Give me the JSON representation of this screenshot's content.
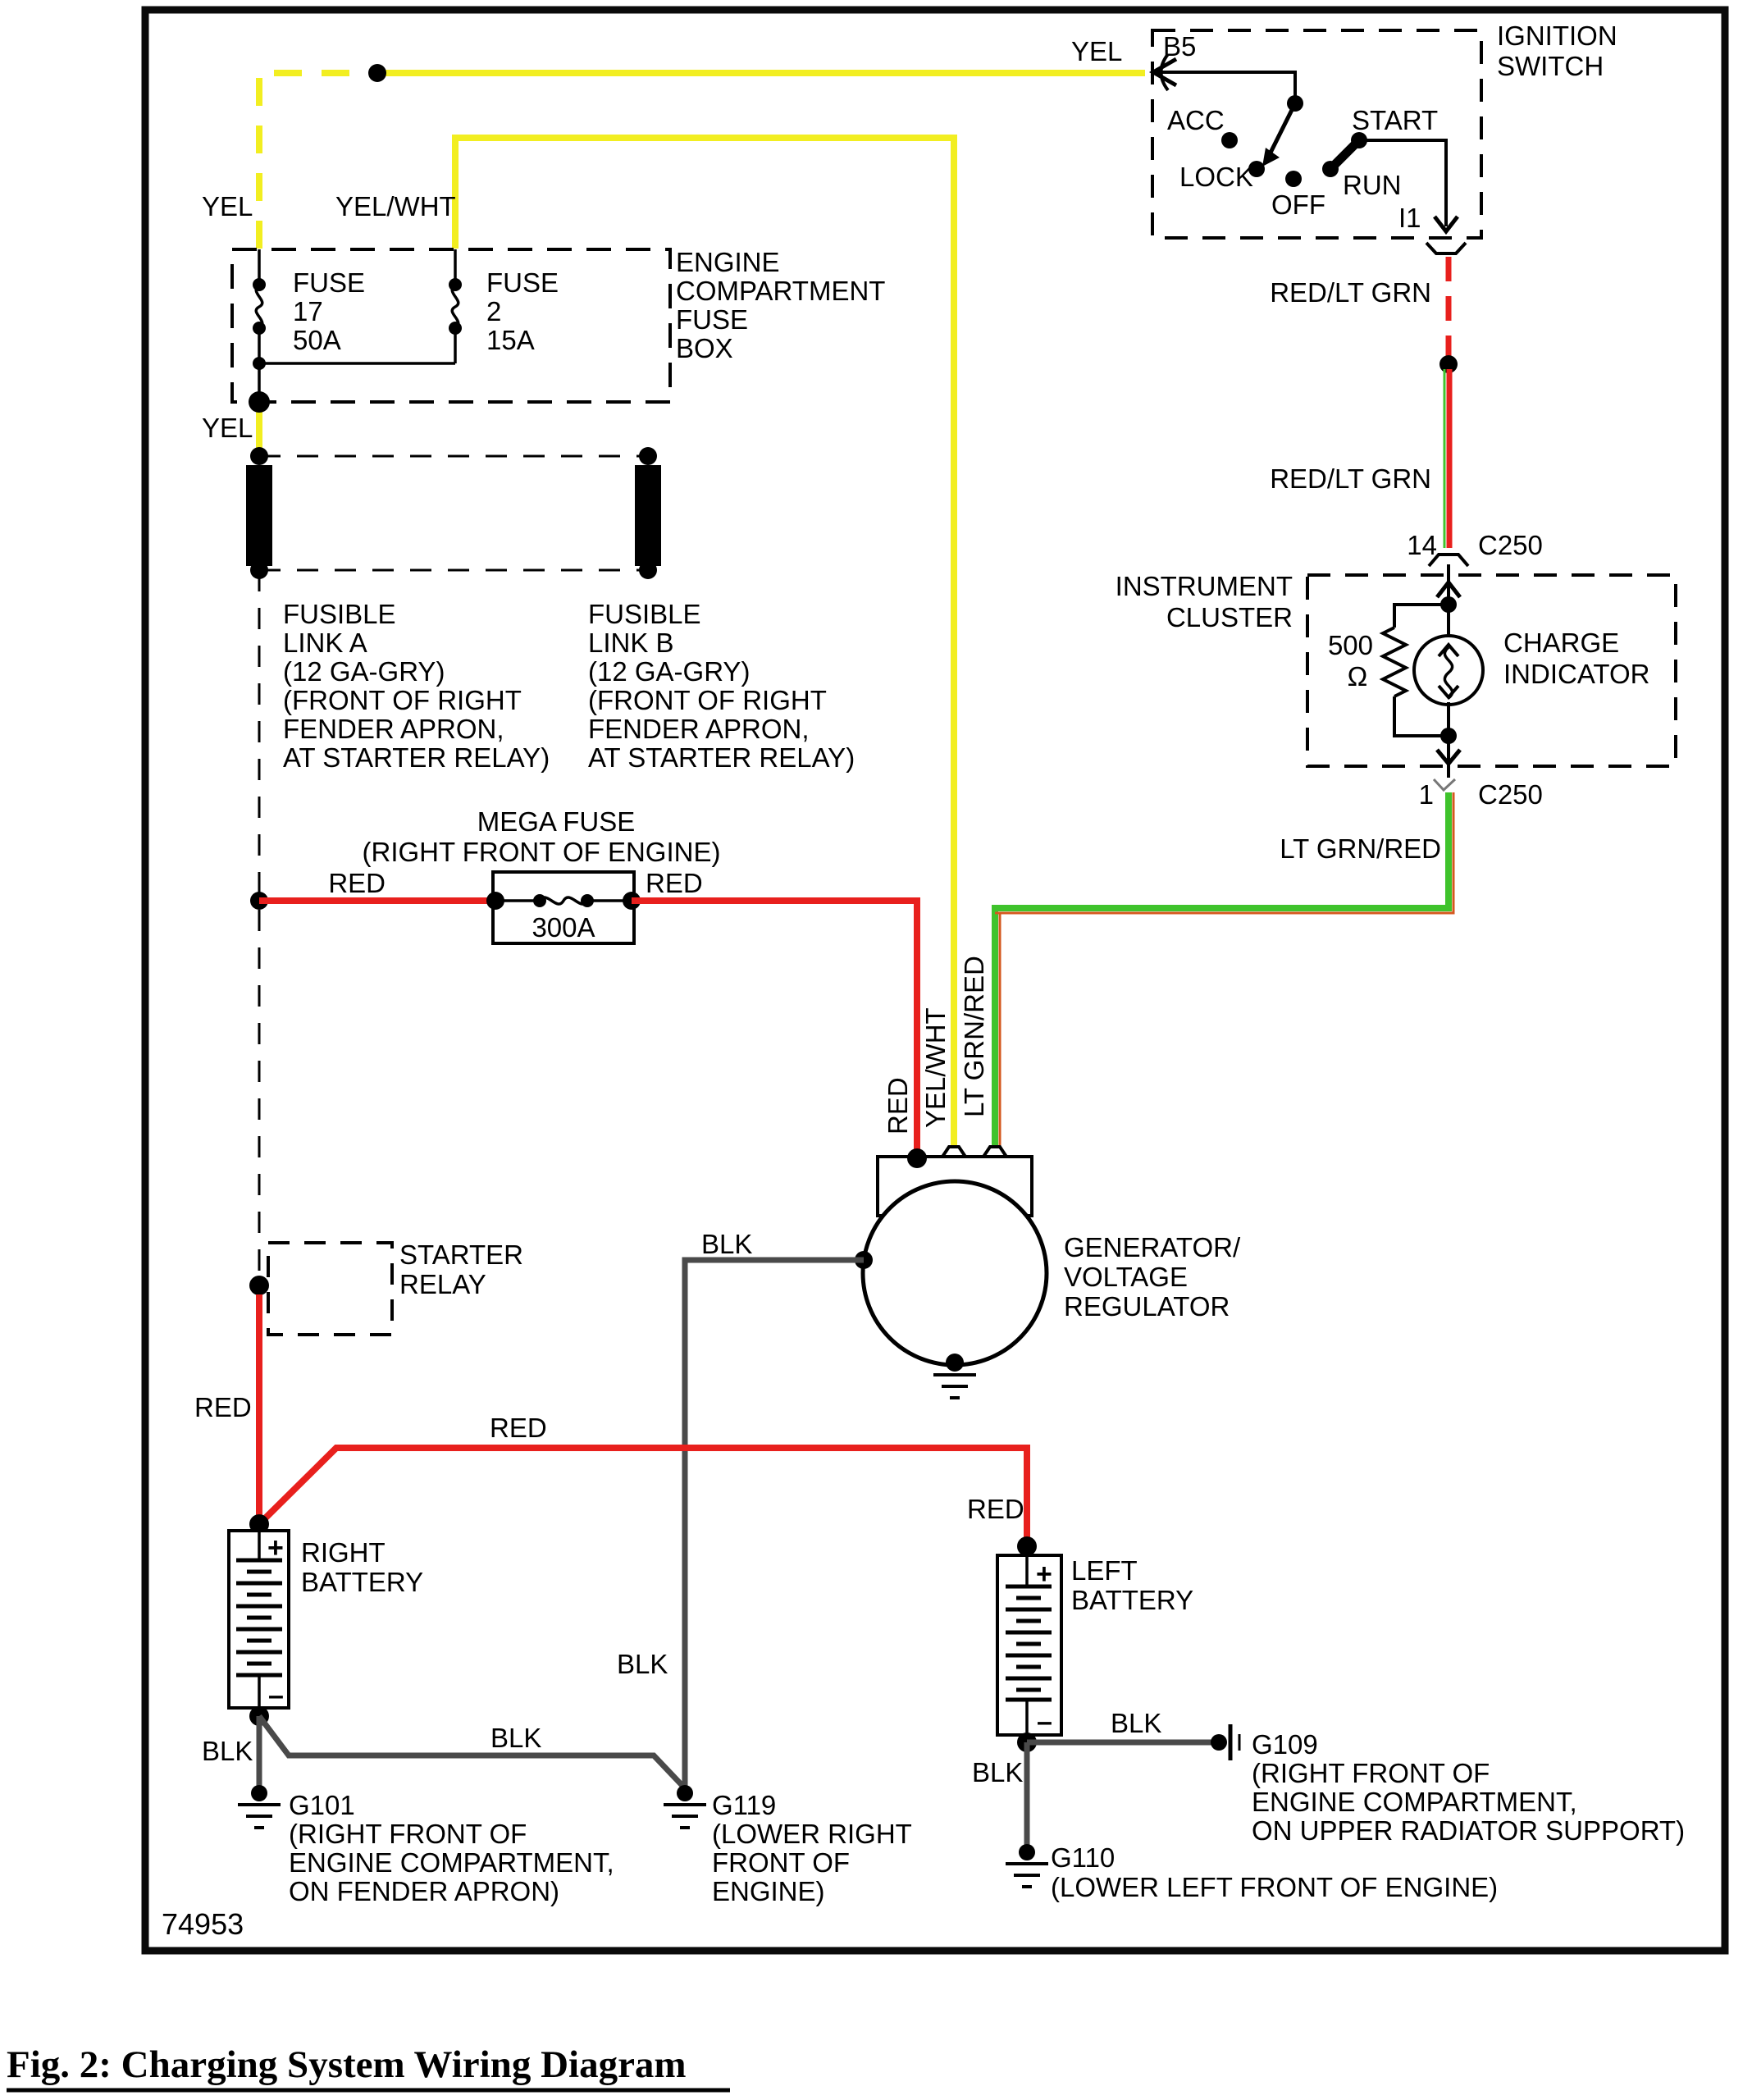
{
  "page": {
    "caption": "Fig. 2: Charging System Wiring Diagram",
    "drawing_number": "74953"
  },
  "colors": {
    "wire_yellow": "#f2ee21",
    "wire_red": "#e8201d",
    "wire_green": "#3fc32c",
    "wire_green_red_tracer": "#d4581e",
    "wire_black": "#4a4a4a",
    "line_black": "#000000"
  },
  "wire_labels": {
    "yel": "YEL",
    "yel_wht": "YEL/WHT",
    "red": "RED",
    "blk": "BLK",
    "red_lt_grn": "RED/LT GRN",
    "lt_grn_red": "LT GRN/RED"
  },
  "ignition_switch": {
    "title_line1": "IGNITION",
    "title_line2": "SWITCH",
    "pin_b5": "B5",
    "pin_i1": "I1",
    "pos_acc": "ACC",
    "pos_lock": "LOCK",
    "pos_off": "OFF",
    "pos_run": "RUN",
    "pos_start": "START"
  },
  "fuse_box": {
    "title_line1": "ENGINE",
    "title_line2": "COMPARTMENT",
    "title_line3": "FUSE",
    "title_line4": "BOX",
    "fuse17_line1": "FUSE",
    "fuse17_line2": "17",
    "fuse17_line3": "50A",
    "fuse2_line1": "FUSE",
    "fuse2_line2": "2",
    "fuse2_line3": "15A"
  },
  "fusible_link_a": [
    "FUSIBLE",
    "LINK A",
    "(12 GA-GRY)",
    "(FRONT OF RIGHT",
    "FENDER APRON,",
    "AT STARTER RELAY)"
  ],
  "fusible_link_b": [
    "FUSIBLE",
    "LINK B",
    "(12 GA-GRY)",
    "(FRONT OF RIGHT",
    "FENDER APRON,",
    "AT STARTER RELAY)"
  ],
  "mega_fuse": {
    "title": "MEGA FUSE",
    "location": "(RIGHT FRONT OF ENGINE)",
    "rating": "300A"
  },
  "instrument_cluster": {
    "title_line1": "INSTRUMENT",
    "title_line2": "CLUSTER",
    "resistor_value": "500",
    "resistor_unit": "Ω",
    "indicator_line1": "CHARGE",
    "indicator_line2": "INDICATOR",
    "conn_top_pin": "14",
    "conn_top_name": "C250",
    "conn_bottom_pin": "1",
    "conn_bottom_name": "C250"
  },
  "generator": {
    "title_line1": "GENERATOR/",
    "title_line2": "VOLTAGE",
    "title_line3": "REGULATOR"
  },
  "starter_relay": {
    "title_line1": "STARTER",
    "title_line2": "RELAY"
  },
  "right_battery": {
    "title_line1": "RIGHT",
    "title_line2": "BATTERY",
    "plus": "+",
    "minus": "–"
  },
  "left_battery": {
    "title_line1": "LEFT",
    "title_line2": "BATTERY",
    "plus": "+",
    "minus": "–"
  },
  "grounds": {
    "g101": {
      "id": "G101",
      "loc1": "(RIGHT FRONT OF",
      "loc2": "ENGINE COMPARTMENT,",
      "loc3": "ON FENDER APRON)"
    },
    "g119": {
      "id": "G119",
      "loc1": "(LOWER RIGHT",
      "loc2": "FRONT OF",
      "loc3": "ENGINE)"
    },
    "g110": {
      "id": "G110",
      "loc1": "(LOWER LEFT FRONT OF ENGINE)"
    },
    "g109": {
      "id": "G109",
      "loc1": "(RIGHT FRONT OF",
      "loc2": "ENGINE COMPARTMENT,",
      "loc3": "ON UPPER RADIATOR SUPPORT)"
    }
  }
}
